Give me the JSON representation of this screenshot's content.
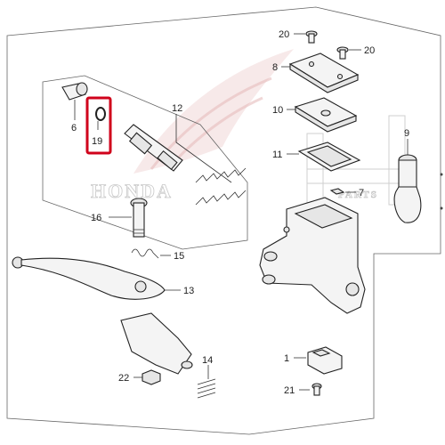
{
  "watermark": {
    "brand": "HONDA",
    "partner": "PARTS"
  },
  "labels": {
    "p1": "1",
    "p6": "6",
    "p7": "7",
    "p8": "8",
    "p9": "9",
    "p10": "10",
    "p11": "11",
    "p12": "12",
    "p13": "13",
    "p14": "14",
    "p15": "15",
    "p16": "16",
    "p19": "19",
    "p20a": "20",
    "p20b": "20",
    "p21": "21",
    "p22": "22"
  },
  "highlight": {
    "part": "19",
    "color": "#d0021b"
  }
}
